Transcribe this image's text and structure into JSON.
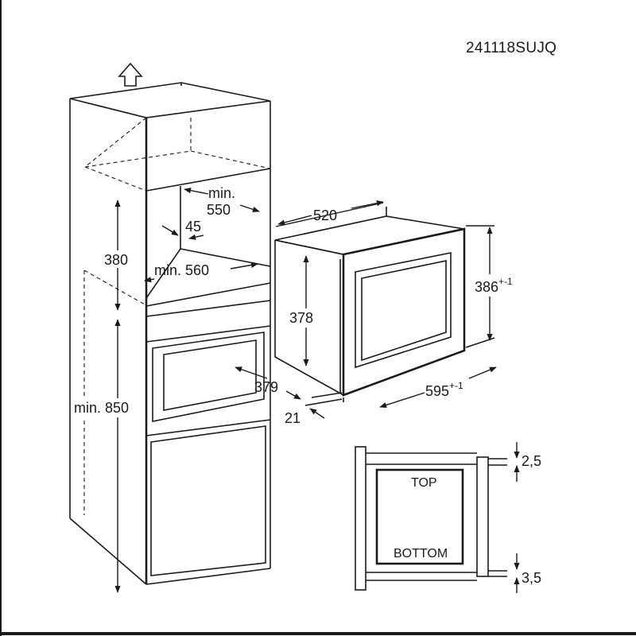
{
  "header": {
    "code": "241118SUJQ"
  },
  "cabinet": {
    "min_550_top": "min.",
    "min_550_bottom": "550",
    "dim_45": "45",
    "dim_380": "380",
    "min_560": "min. 560",
    "min_850": "min. 850"
  },
  "appliance": {
    "depth_520": "520",
    "height_386": "386",
    "height_386_tol": "+-1",
    "height_378": "378",
    "depth_379": "379",
    "width_595": "595",
    "width_595_tol": "+-1",
    "offset_21": "21"
  },
  "section": {
    "top_label": "TOP",
    "bottom_label": "BOTTOM",
    "gap_top": "2,5",
    "gap_bottom": "3,5"
  }
}
